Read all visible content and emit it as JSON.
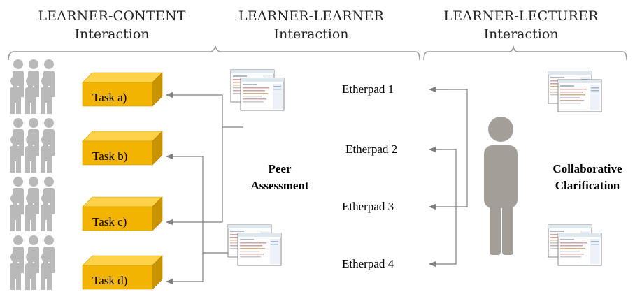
{
  "headers": {
    "content": {
      "line1": "LEARNER-CONTENT",
      "line2": "Interaction"
    },
    "learner": {
      "line1": "LEARNER-LEARNER",
      "line2": "Interaction"
    },
    "lecturer": {
      "line1": "LEARNER-LECTURER",
      "line2": "Interaction"
    }
  },
  "tasks": [
    "Task a)",
    "Task b)",
    "Task c)",
    "Task d)"
  ],
  "etherpads": [
    "Etherpad 1",
    "Etherpad 2",
    "Etherpad 3",
    "Etherpad 4"
  ],
  "labels": {
    "peer": {
      "line1": "Peer",
      "line2": "Assessment"
    },
    "collab": {
      "line1": "Collaborative",
      "line2": "Clarification"
    }
  },
  "colors": {
    "box_front": "#f2b400",
    "box_top": "#ffd24a",
    "box_side": "#c99300",
    "person_gray": "#b9b9b9",
    "lecturer_gray": "#a39e98",
    "connector": "#7f7f7f"
  }
}
